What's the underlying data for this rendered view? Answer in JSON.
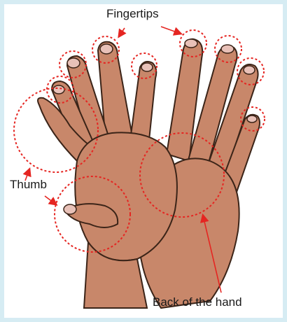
{
  "labels": {
    "fingertips": "Fingertips",
    "thumb": "Thumb",
    "back_of_hand": "Back of the hand"
  },
  "colors": {
    "frame": "#d6ecf3",
    "skin": "#c8876a",
    "skin_shadow": "#a96b52",
    "nail": "#e8c1b8",
    "outline": "#3b2418",
    "marker": "#e52521"
  }
}
